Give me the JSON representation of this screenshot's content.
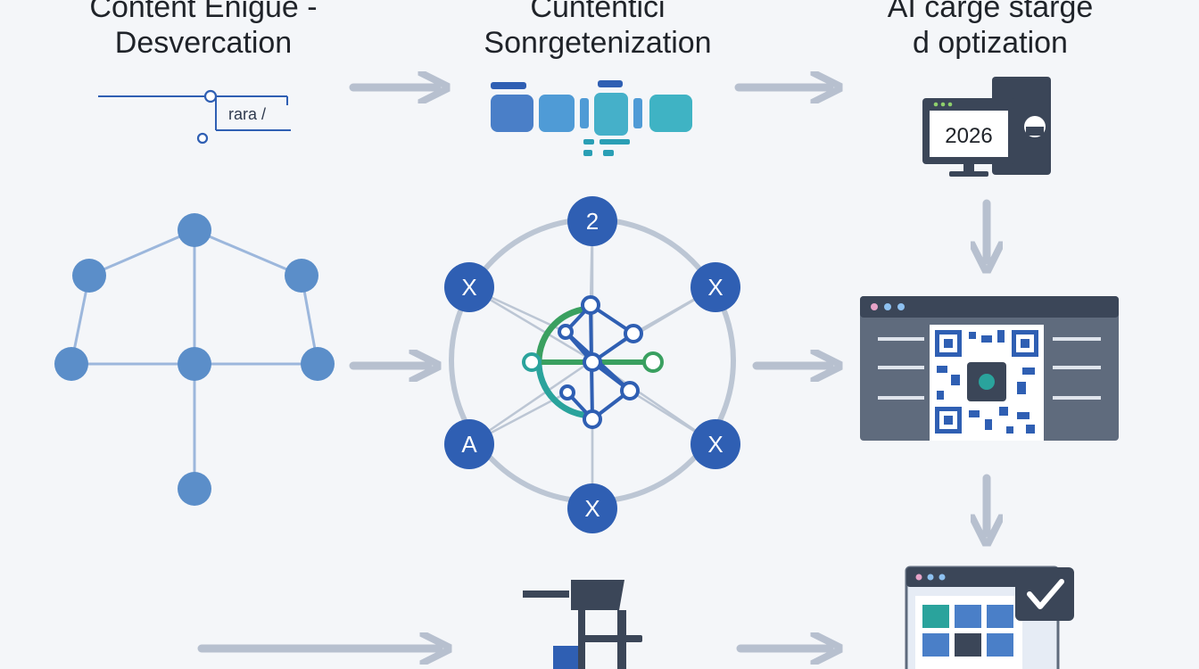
{
  "columns": [
    {
      "title_line1": "Content Enigue -",
      "title_line2": "Desvercation",
      "icon": "text-field-icon",
      "icon_text": "rara /"
    },
    {
      "title_line1": "Cuntentici",
      "title_line2": "Sonrgetenization",
      "icon": "connector-blocks-icon"
    },
    {
      "title_line1": "AI carge starge",
      "title_line2": "d optization",
      "icon": "monitor-calendar-icon",
      "icon_text": "2026"
    }
  ],
  "hub": {
    "nodes": [
      {
        "label": "2"
      },
      {
        "label": "X"
      },
      {
        "label": "X"
      },
      {
        "label": "X"
      },
      {
        "label": "A"
      },
      {
        "label": "X"
      }
    ]
  },
  "icons": {
    "graph": "node-graph-icon",
    "qr_window": "qr-window-icon",
    "checklist_window": "checklist-window-icon",
    "robot_arm": "robot-arm-icon"
  },
  "colors": {
    "node_blue": "#5b8ec9",
    "hub_blue": "#2f5fb3",
    "arrow": "#b7c0cf",
    "dark": "#3b4658",
    "teal": "#2aa39c",
    "green": "#3aa060"
  }
}
